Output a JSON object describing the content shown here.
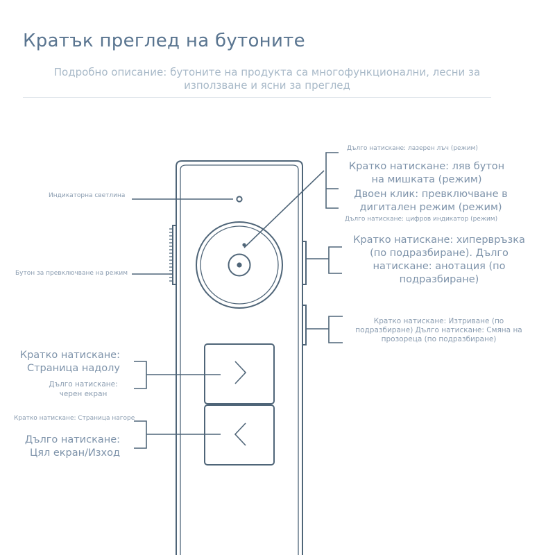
{
  "title": "Кратък преглед на бутоните",
  "subtitle": "Подробно описание: бутоните на продукта са многофункционални, лесни за използване и ясни за преглед",
  "labels": {
    "long_laser": "Дълго натискане: лазерен лъч (режим)",
    "short_left_1": "Кратко натискане: ляв бутон",
    "short_left_2": "на мишката (режим)",
    "double_1": "Двоен клик: превключване в",
    "double_2": "дигитален режим (режим)",
    "long_digital": "Дълго натискане: цифров индикатор (режим)",
    "indicator": "Индикаторна светлина",
    "mode_switch": "Бутон за превключване на режим",
    "hyperlink_1": "Кратко натискане: хипервръзка",
    "hyperlink_2": "(по подразбиране). Дълго",
    "hyperlink_3": "натискане: анотация (по",
    "hyperlink_4": "подразбиране)",
    "erase_1": "Кратко натискане: Изтриване (по",
    "erase_2": "подразбиране) Дълго натискане: Смяна на",
    "erase_3": "прозореца (по подразбиране)",
    "pagedown_1": "Кратко натискане:",
    "pagedown_2": "Страница надолу",
    "blackscreen_1": "Дълго натискане:",
    "blackscreen_2": "черен екран",
    "pageup": "Кратко натискане: Страница нагоре",
    "fullscreen_1": "Дълго натискане:",
    "fullscreen_2": "Цял екран/Изход"
  },
  "colors": {
    "outline": "#4f6578",
    "text": "#8a9cb0",
    "title": "#5a7590"
  },
  "icons": {
    "next": "chevron-right-icon",
    "prev": "chevron-left-icon"
  }
}
